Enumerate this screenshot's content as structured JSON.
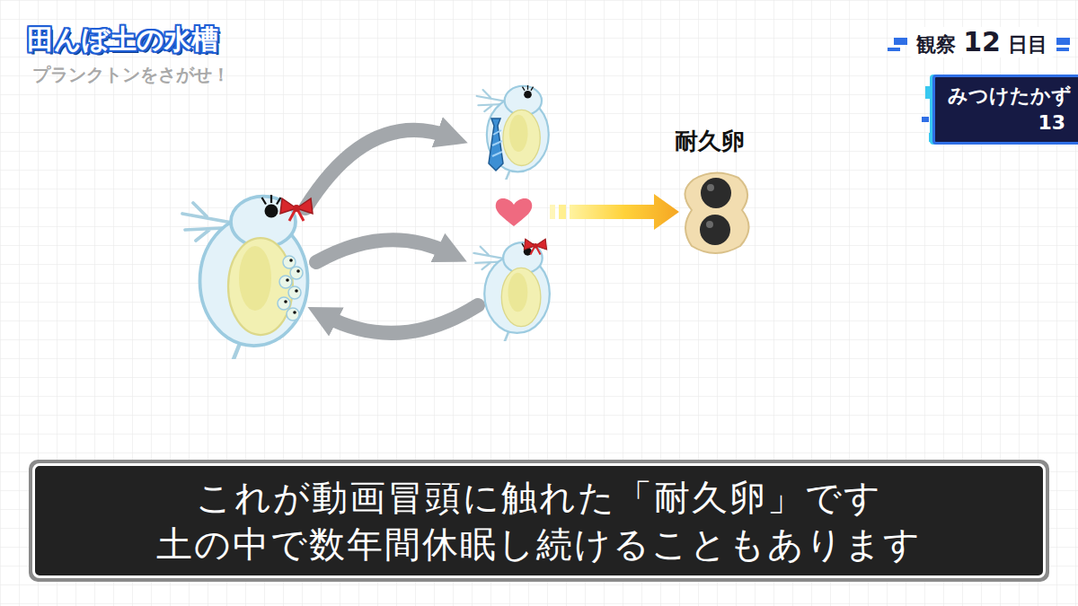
{
  "diagram": {
    "title": "田んぼ土の水槽",
    "nodes": [
      {
        "text": [
          "観察",
          "12",
          "日目"
        ]
      },
      {
        "text": [
          "みつけたかず",
          "13"
        ]
      },
      {
        "text": [
          "これが動画冒頭に触れた「耐久卵」です 土の中で数年間休眠し続けることもあります"
        ]
      }
    ],
    "labels": [
      "プランクトンをさがせ！",
      "耐久卵"
    ]
  }
}
